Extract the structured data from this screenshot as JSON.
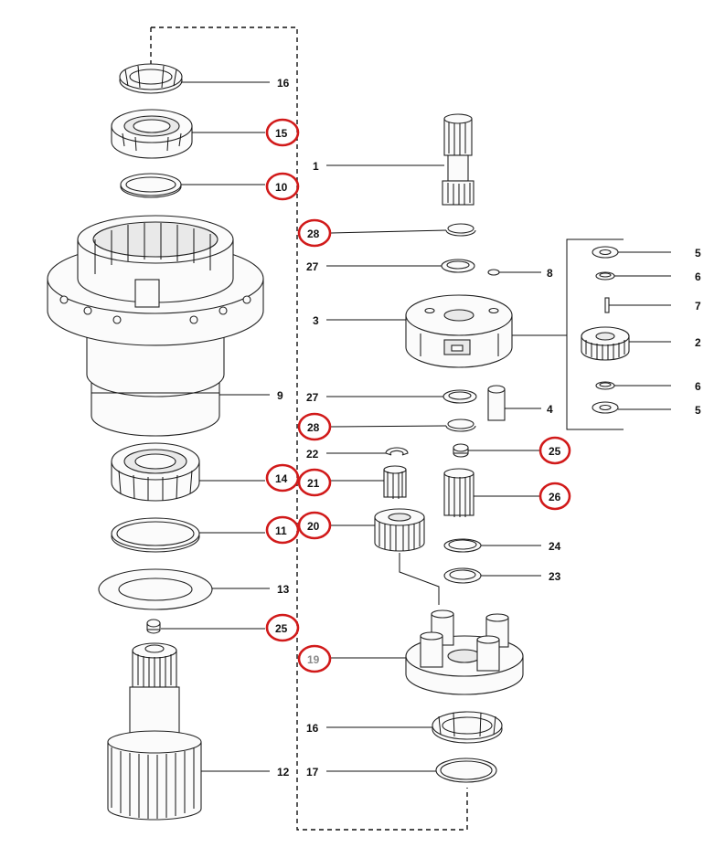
{
  "diagram": {
    "type": "exploded-parts-diagram",
    "highlight_color": "#d11a1a",
    "callouts": [
      {
        "id": "c16a",
        "label": "16",
        "circled": false
      },
      {
        "id": "c15",
        "label": "15",
        "circled": true
      },
      {
        "id": "c10",
        "label": "10",
        "circled": true
      },
      {
        "id": "c1",
        "label": "1",
        "circled": false
      },
      {
        "id": "c28a",
        "label": "28",
        "circled": true
      },
      {
        "id": "c27a",
        "label": "27",
        "circled": false
      },
      {
        "id": "c8",
        "label": "8",
        "circled": false
      },
      {
        "id": "c3",
        "label": "3",
        "circled": false
      },
      {
        "id": "c5a",
        "label": "5",
        "circled": false
      },
      {
        "id": "c6a",
        "label": "6",
        "circled": false
      },
      {
        "id": "c7",
        "label": "7",
        "circled": false
      },
      {
        "id": "c2",
        "label": "2",
        "circled": false
      },
      {
        "id": "c6b",
        "label": "6",
        "circled": false
      },
      {
        "id": "c5b",
        "label": "5",
        "circled": false
      },
      {
        "id": "c9",
        "label": "9",
        "circled": false
      },
      {
        "id": "c27b",
        "label": "27",
        "circled": false
      },
      {
        "id": "c4",
        "label": "4",
        "circled": false
      },
      {
        "id": "c28b",
        "label": "28",
        "circled": true
      },
      {
        "id": "c22",
        "label": "22",
        "circled": false
      },
      {
        "id": "c25a",
        "label": "25",
        "circled": true
      },
      {
        "id": "c14",
        "label": "14",
        "circled": true
      },
      {
        "id": "c21",
        "label": "21",
        "circled": true
      },
      {
        "id": "c26",
        "label": "26",
        "circled": true
      },
      {
        "id": "c20",
        "label": "20",
        "circled": true
      },
      {
        "id": "c11",
        "label": "11",
        "circled": true
      },
      {
        "id": "c24",
        "label": "24",
        "circled": false
      },
      {
        "id": "c23",
        "label": "23",
        "circled": false
      },
      {
        "id": "c13",
        "label": "13",
        "circled": false
      },
      {
        "id": "c25b",
        "label": "25",
        "circled": true
      },
      {
        "id": "c19",
        "label": "19",
        "circled": true,
        "muted": true
      },
      {
        "id": "c16b",
        "label": "16",
        "circled": false
      },
      {
        "id": "c12",
        "label": "12",
        "circled": false
      },
      {
        "id": "c17",
        "label": "17",
        "circled": false
      }
    ]
  }
}
